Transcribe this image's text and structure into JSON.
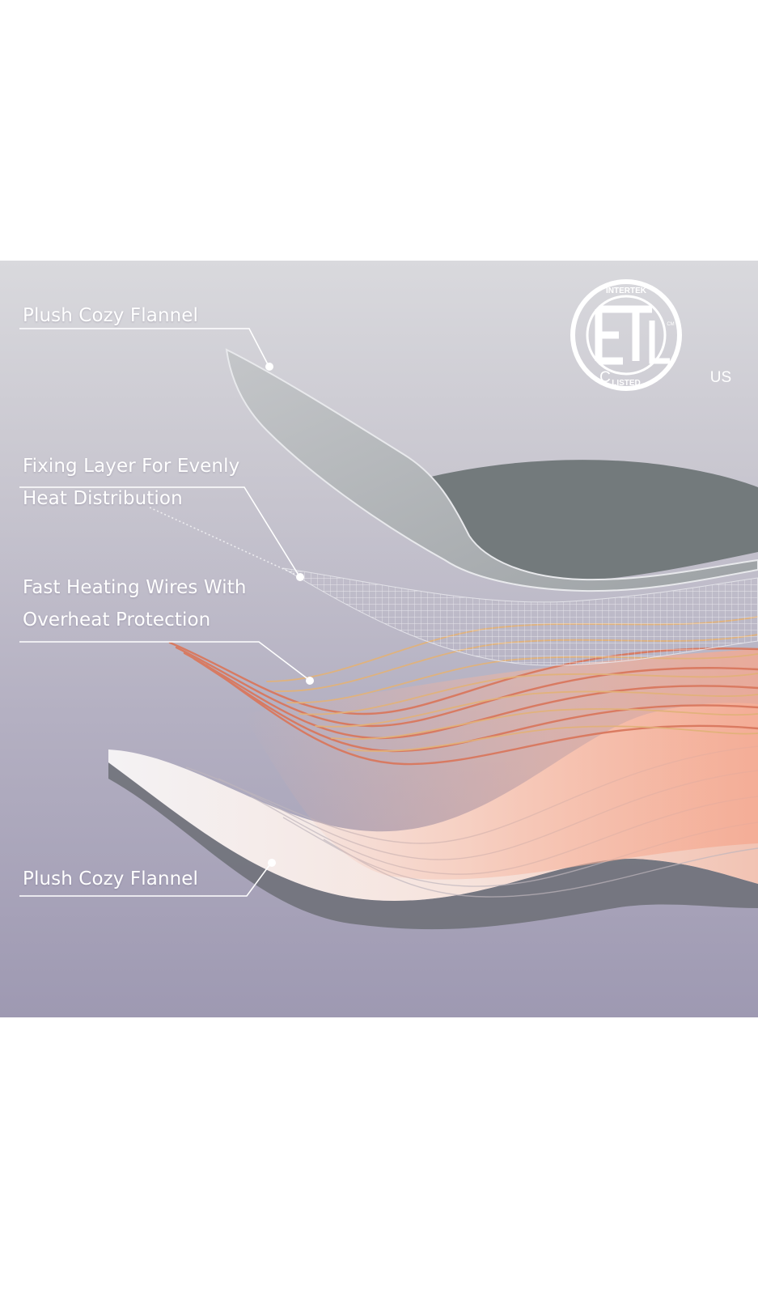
{
  "callouts": [
    {
      "id": "top-flannel",
      "lines": [
        "Plush Cozy Flannel"
      ]
    },
    {
      "id": "fixing-layer",
      "lines": [
        "Fixing Layer For Evenly",
        "Heat Distribution"
      ]
    },
    {
      "id": "heating-wires",
      "lines": [
        "Fast Heating Wires With",
        "Overheat Protection"
      ]
    },
    {
      "id": "bottom-flannel",
      "lines": [
        "Plush Cozy Flannel"
      ]
    }
  ],
  "certification": {
    "arc_top": "INTERTEK",
    "center": "ETL",
    "arc_bottom": "LISTED",
    "small_mark": "CM",
    "left": "C",
    "right": "US"
  },
  "colors": {
    "background_top": "#d9d9dd",
    "background_bottom": "#9e99b2",
    "flannel_gray": "#737a7c",
    "wire_copper": "#d9785e",
    "wire_gold": "#e2b27a",
    "label_white": "#ffffff"
  }
}
